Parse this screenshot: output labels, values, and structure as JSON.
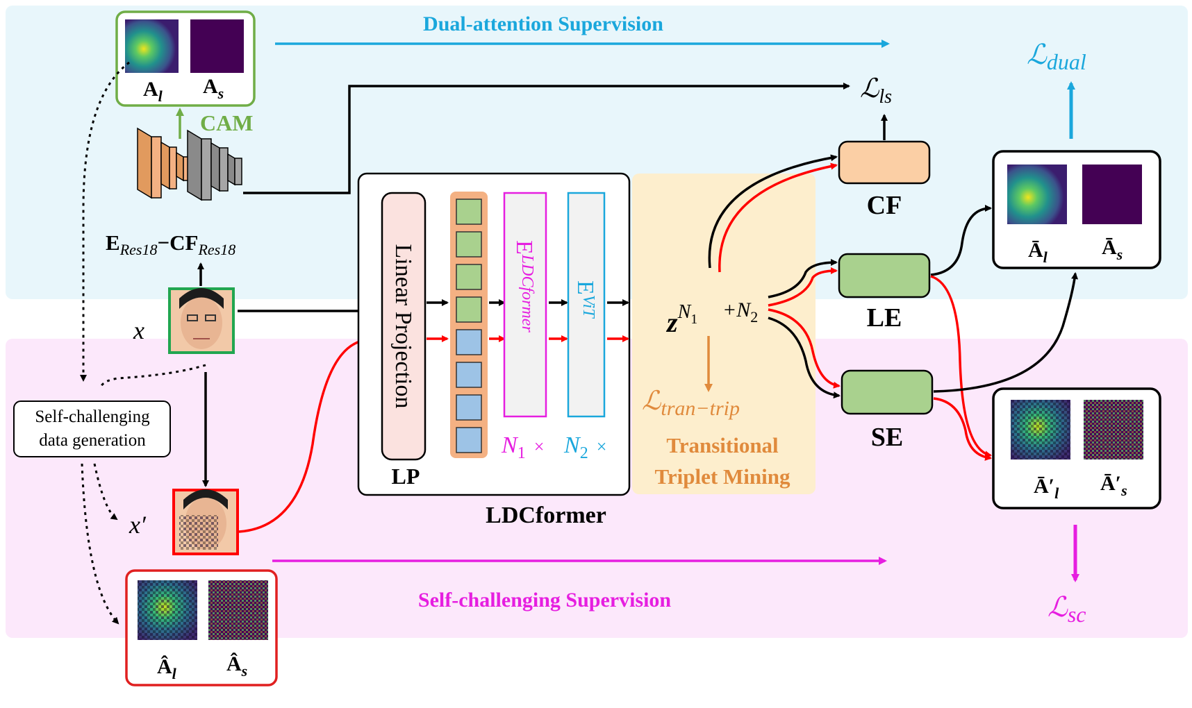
{
  "regions": {
    "top_title": "Dual-attention  Supervision",
    "bottom_title": "Self-challenging  Supervision"
  },
  "losses": {
    "dual": "ℒdual",
    "ls": "ℒls",
    "sc": "ℒsc",
    "tran_trip": "ℒtran−trip"
  },
  "backbone": {
    "cam_label": "CAM",
    "name": "E",
    "name_sub1": "Res18",
    "name_dash": "−",
    "name_cf": "CF",
    "name_sub2": "Res18"
  },
  "input": {
    "x": "x",
    "x_prime": "x′"
  },
  "attention_maps": {
    "A_l": "A",
    "A_l_sub": "l",
    "A_s": "A",
    "A_s_sub": "s",
    "A_bar_l": "Ā",
    "A_bar_l_sub": "l",
    "A_bar_s": "Ā",
    "A_bar_s_sub": "s",
    "A_barp_l": "Ā′",
    "A_barp_l_sub": "l",
    "A_barp_s": "Ā′",
    "A_barp_s_sub": "s",
    "A_hat_l": "Â",
    "A_hat_l_sub": "l",
    "A_hat_s": "Â",
    "A_hat_s_sub": "s"
  },
  "self_challenging_box": {
    "line1": "Self-challenging",
    "line2": "data generation"
  },
  "ldcformer": {
    "title": "LDCformer",
    "lp_text": "Linear Projection",
    "lp_label": "LP",
    "enc1": "E",
    "enc1_sub": "LDCformer",
    "enc2": "E",
    "enc2_sub": "ViT",
    "n1": "N",
    "n1_sub": "1",
    "n2": "N",
    "n2_sub": "2",
    "times": "×"
  },
  "mining": {
    "z": "z",
    "z_sup": "N",
    "z_sup_sub": "1",
    "plus": "+N",
    "plus_sub": "2",
    "label_line1": "Transitional",
    "label_line2": "Triplet Mining"
  },
  "heads": {
    "cf": "CF",
    "le": "LE",
    "se": "SE"
  },
  "colors": {
    "top_bg": "#e8f6fb",
    "bottom_bg": "#fce8fb",
    "cyan": "#1aa7dc",
    "magenta": "#e61ee0",
    "green": "#70ad47",
    "orange": "#e08a3c",
    "red": "#ff0000",
    "head_green": "#a9d18e",
    "head_orange": "#fbcfa5",
    "mining_bg": "#fdeecd"
  }
}
